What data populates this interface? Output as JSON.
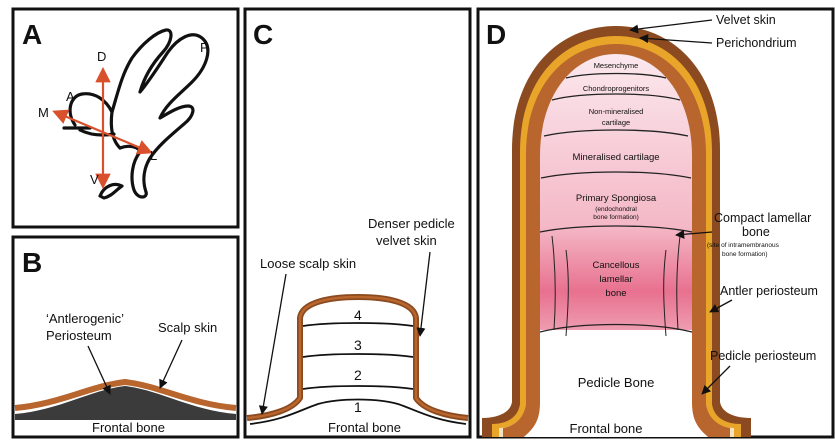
{
  "panels": {
    "a": {
      "label": "A",
      "axes": {
        "d": "D",
        "v": "V",
        "m": "M",
        "l": "L",
        "a": "A",
        "p": "P"
      }
    },
    "b": {
      "label": "B",
      "antlerogenic": [
        "‘Antlerogenic’",
        "Periosteum"
      ],
      "scalp_skin": "Scalp skin",
      "frontal_bone": "Frontal bone"
    },
    "c": {
      "label": "C",
      "loose_scalp": "Loose scalp skin",
      "denser_pedicle": [
        "Denser pedicle",
        "velvet skin"
      ],
      "segments": [
        "4",
        "3",
        "2",
        "1"
      ],
      "frontal_bone": "Frontal bone"
    },
    "d": {
      "label": "D",
      "velvet_skin": "Velvet skin",
      "perichondrium": "Perichondrium",
      "mesenchyme": "Mesenchyme",
      "chondroprogenitors": "Chondroprogenitors",
      "non_mineralised": [
        "Non-mineralised",
        "cartilage"
      ],
      "mineralised": "Mineralised cartilage",
      "primary_spongiosa": [
        "Primary Spongiosa",
        "(endochondral",
        "bone formation)"
      ],
      "compact_lamellar": [
        "Compact lamellar",
        "bone",
        "(site of intramembranous",
        "bone formation)"
      ],
      "cancellous": [
        "Cancellous",
        "lamellar",
        "bone"
      ],
      "antler_periosteum": "Antler periosteum",
      "pedicle_periosteum": "Pedicle periosteum",
      "pedicle_bone": "Pedicle Bone",
      "frontal_bone": "Frontal bone"
    }
  },
  "colors": {
    "skin_brown": "#8b4a1f",
    "skin_orange": "#b8652e",
    "perichondrium_yellow": "#e8a52a",
    "arrow_red": "#d9512c",
    "periosteum_dark": "#3b3b3b",
    "cream": "#f3e3c2",
    "pink_light": "#fbe6ec",
    "pink_mid": "#f2aebf",
    "pink_deep": "#e56f8f"
  }
}
